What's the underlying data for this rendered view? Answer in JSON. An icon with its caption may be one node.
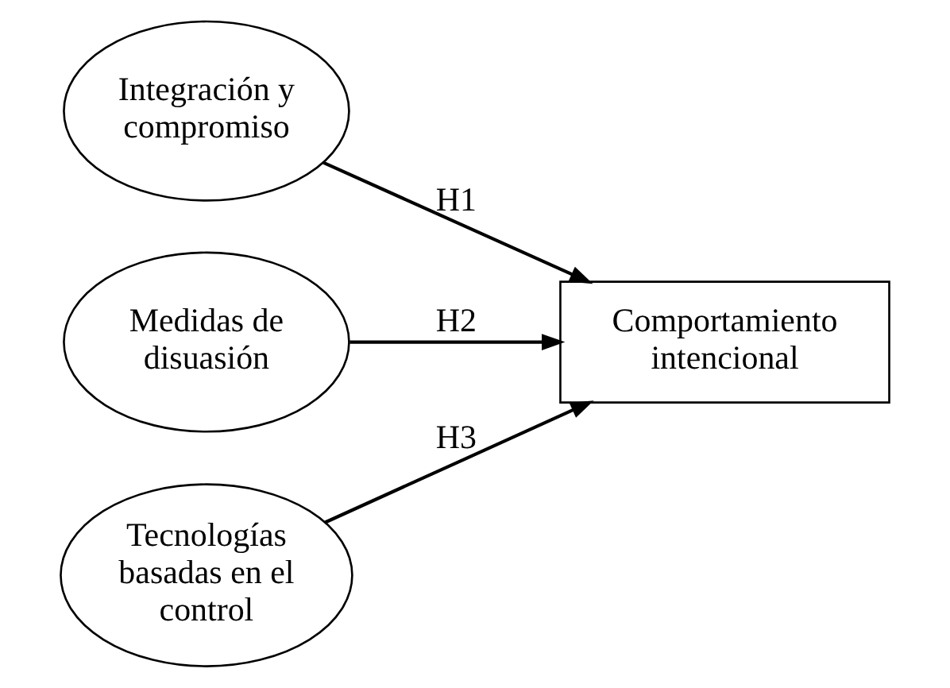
{
  "diagram": {
    "nodes": [
      {
        "text": [
          "Integración y compromiso"
        ]
      },
      {
        "text": [
          "Medidas de disuasión"
        ]
      },
      {
        "text": [
          "Tecnologías basadas en el control"
        ]
      },
      {
        "text": [
          "Comportamiento intencional"
        ]
      }
    ],
    "edges": [
      {
        "from": 0,
        "to": 3,
        "arrow": "to",
        "label": "H1"
      },
      {
        "from": 1,
        "to": 3,
        "arrow": "to",
        "label": "H2"
      },
      {
        "from": 2,
        "to": 3,
        "arrow": "to",
        "label": "H3"
      }
    ]
  }
}
